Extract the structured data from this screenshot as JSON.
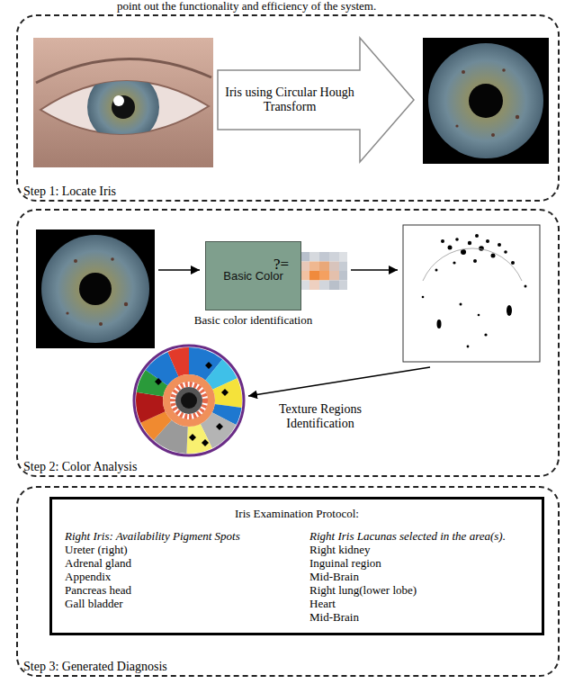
{
  "diagram": {
    "nodes": [
      {
        "text": [
          "Step 1: Locate Iris"
        ]
      },
      {
        "text": [
          "Iris using Circular Hough Transform"
        ],
        "in": 0
      },
      {
        "text": [
          "Step 2: Color Analysis"
        ]
      },
      {
        "text": [
          "Basic Color",
          "Basic color identification"
        ],
        "in": 2
      },
      {
        "text": [
          "Step 3: Generated Diagnosis"
        ]
      },
      {
        "text": [
          "Iris Examination Protocol:",
          "Right Iris: Availability Pigment Spots",
          "Ureter (right)",
          "Adrenal gland",
          "Appendix",
          "Pancreas head",
          "Gall bladder",
          "Right Iris Lacunas selected in the area(s).",
          "Right kidney",
          "Inguinal region",
          "Mid-Brain",
          "Right lung(lower lobe)",
          "Heart",
          "Mid-Brain"
        ],
        "in": 4
      }
    ],
    "labels": [
      "point out the functionality and efficiency of the system.",
      "?=",
      "Texture Regions Identification"
    ]
  }
}
